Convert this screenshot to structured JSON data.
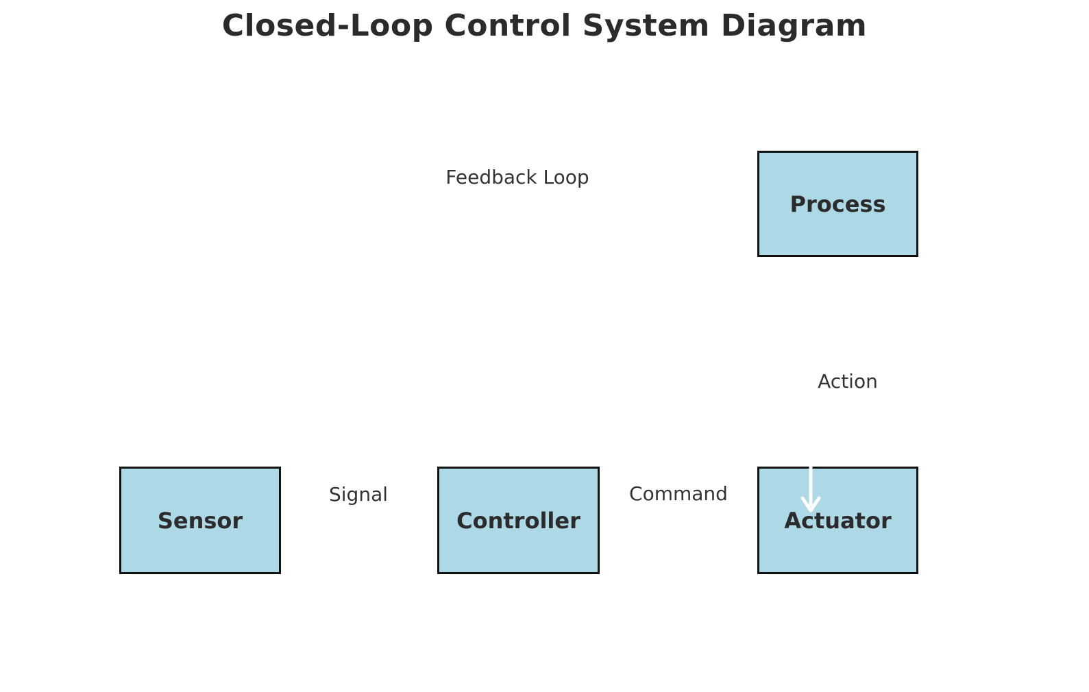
{
  "title": "Closed-Loop Control System Diagram",
  "diagram": {
    "nodes": [
      {
        "id": "process",
        "label": "Process"
      },
      {
        "id": "sensor",
        "label": "Sensor"
      },
      {
        "id": "controller",
        "label": "Controller"
      },
      {
        "id": "actuator",
        "label": "Actuator"
      }
    ],
    "edge_labels": {
      "feedback": "Feedback Loop",
      "action": "Action",
      "signal": "Signal",
      "command": "Command"
    },
    "colors": {
      "box_fill": "#ADD8E6",
      "box_border": "#111111",
      "title_text": "#2b2b2b",
      "label_text": "#333333",
      "arrow": "#ffffff",
      "background": "#ffffff"
    }
  }
}
